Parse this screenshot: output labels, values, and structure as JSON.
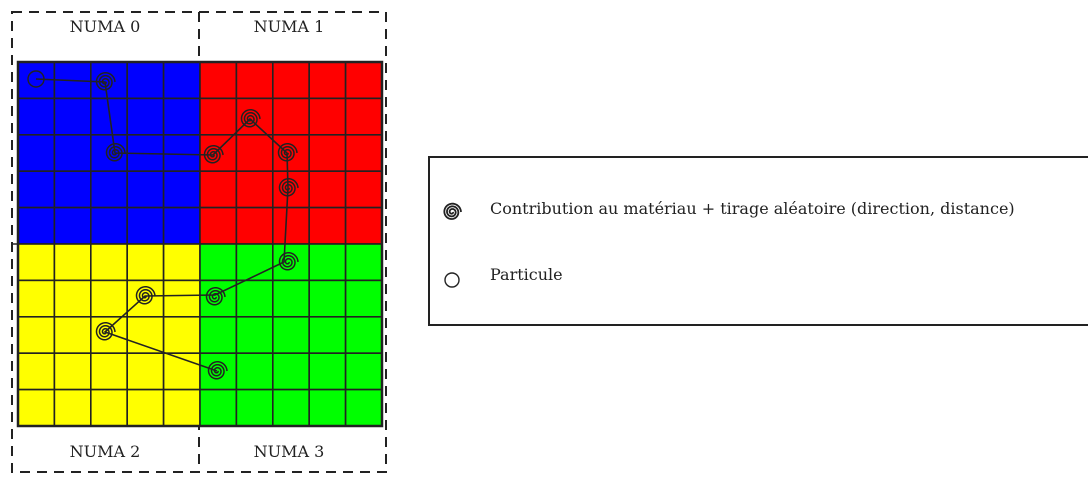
{
  "numa": {
    "numa0": "NUMA 0",
    "numa1": "NUMA 1",
    "numa2": "NUMA 2",
    "numa3": "NUMA 3"
  },
  "colors": {
    "numa0": "#0000ff",
    "numa1": "#ff0000",
    "numa2": "#ffff00",
    "numa3": "#00ff00",
    "grid": "#222222"
  },
  "legend": {
    "contribution_label": "Contribution au matériau + tirage aléatoire (direction, distance)",
    "particle_label": "Particule",
    "contribution_icon": "spiral-icon",
    "particle_icon": "circle-icon"
  }
}
